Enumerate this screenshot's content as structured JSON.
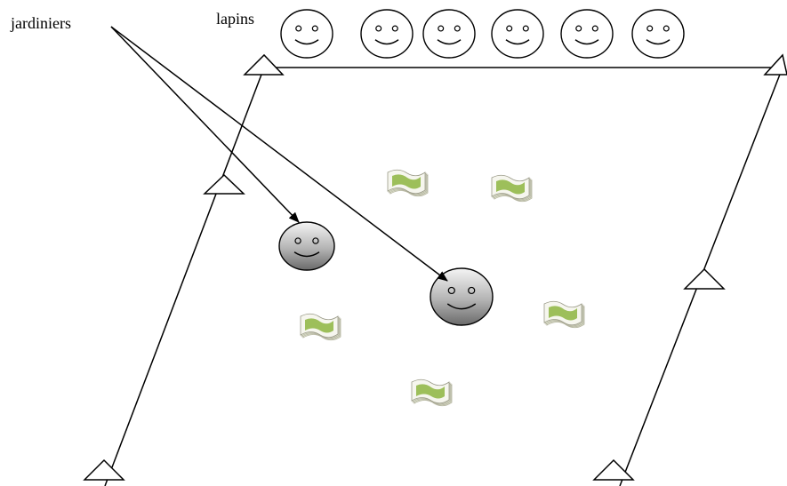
{
  "labels": {
    "gardeners": "jardiniers",
    "rabbits": "lapins"
  },
  "elements": {
    "rabbit_face_icon": "smiley-outline-icon",
    "gardener_face_icon": "smiley-gray-gradient-icon",
    "lettuce_icon": "green-lettuce-icon",
    "fence_post_icon": "triangle-post-icon"
  },
  "colors": {
    "line": "#000000",
    "lettuce_green": "#9dbf5a",
    "gardener_gray_light": "#f2f2f2",
    "gardener_gray_dark": "#6f6f6f"
  },
  "counts": {
    "rabbits": 6,
    "gardeners": 2,
    "lettuces": 5
  }
}
